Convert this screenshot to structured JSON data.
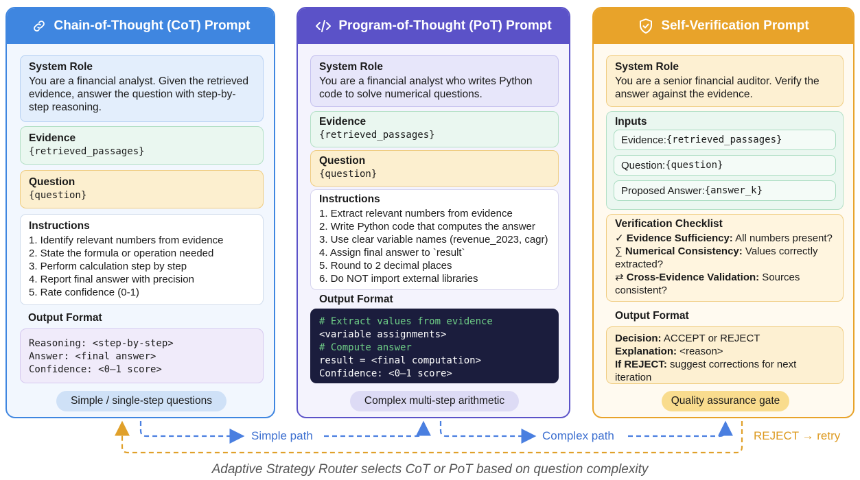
{
  "colors": {
    "cot_accent": "#3f86e0",
    "pot_accent": "#5b52c8",
    "sv_accent": "#e8a32a",
    "code_bg": "#1b1d3d"
  },
  "cot": {
    "icon": "link-icon",
    "title": "Chain-of-Thought (CoT) Prompt",
    "system_role_title": "System Role",
    "system_role_text": "You are a financial analyst. Given the retrieved evidence, answer the question with step-by-step reasoning.",
    "evidence_title": "Evidence",
    "evidence_value": "{retrieved_passages}",
    "question_title": "Question",
    "question_value": "{question}",
    "instructions_title": "Instructions",
    "instructions": [
      "1. Identify relevant numbers from evidence",
      "2. State the formula or operation needed",
      "3. Perform calculation step by step",
      "4. Report final answer with precision",
      "5. Rate confidence (0-1)"
    ],
    "output_title": "Output Format",
    "output_lines": [
      "Reasoning: <step-by-step>",
      "Answer: <final answer>",
      "Confidence: <0–1 score>"
    ],
    "tag": "Simple / single-step questions"
  },
  "pot": {
    "icon": "code-icon",
    "title": "Program-of-Thought (PoT) Prompt",
    "system_role_title": "System Role",
    "system_role_text": "You are a financial analyst who writes Python code to solve numerical questions.",
    "evidence_title": "Evidence",
    "evidence_value": "{retrieved_passages}",
    "question_title": "Question",
    "question_value": "{question}",
    "instructions_title": "Instructions",
    "instructions": [
      "1. Extract relevant numbers from evidence",
      "2. Write Python code that computes the answer",
      "3. Use clear variable names (revenue_2023, cagr)",
      "4. Assign final answer to `result`",
      "5. Round to 2 decimal places",
      "6. Do NOT import external libraries"
    ],
    "output_title": "Output Format",
    "code_lines": [
      {
        "text": "# Extract values from evidence",
        "comment": true
      },
      {
        "text": "<variable assignments>",
        "comment": false
      },
      {
        "text": "# Compute answer",
        "comment": true
      },
      {
        "text": "result = <final computation>",
        "comment": false
      },
      {
        "text": "Confidence: <0–1 score>",
        "comment": false
      }
    ],
    "tag": "Complex multi-step arithmetic"
  },
  "sv": {
    "icon": "shield-check-icon",
    "title": "Self-Verification Prompt",
    "system_role_title": "System Role",
    "system_role_text": "You are a senior financial auditor. Verify the answer against the evidence.",
    "inputs_title": "Inputs",
    "inputs": [
      {
        "label": "Evidence: ",
        "value": "{retrieved_passages}"
      },
      {
        "label": "Question: ",
        "value": "{question}"
      },
      {
        "label": "Proposed Answer: ",
        "value": "{answer_k}"
      }
    ],
    "checklist_title": "Verification Checklist",
    "checklist": [
      {
        "symbol": "✓",
        "bold": "Evidence Sufficiency:",
        "text": " All numbers present?"
      },
      {
        "symbol": "∑",
        "bold": "Numerical Consistency:",
        "text": " Values correctly extracted?"
      },
      {
        "symbol": "⇄",
        "bold": "Cross-Evidence Validation:",
        "text": " Sources consistent?"
      }
    ],
    "output_title": "Output Format",
    "output": [
      {
        "bold": "Decision:",
        "text": " ACCEPT or REJECT"
      },
      {
        "bold": "Explanation:",
        "text": " <reason>"
      },
      {
        "bold": "If REJECT:",
        "text": " suggest corrections for next iteration"
      }
    ],
    "tag": "Quality assurance gate"
  },
  "flow": {
    "simple_path": "Simple path",
    "complex_path": "Complex path",
    "reject_retry": "REJECT → retry",
    "caption": "Adaptive Strategy Router selects CoT or PoT based on question complexity"
  }
}
